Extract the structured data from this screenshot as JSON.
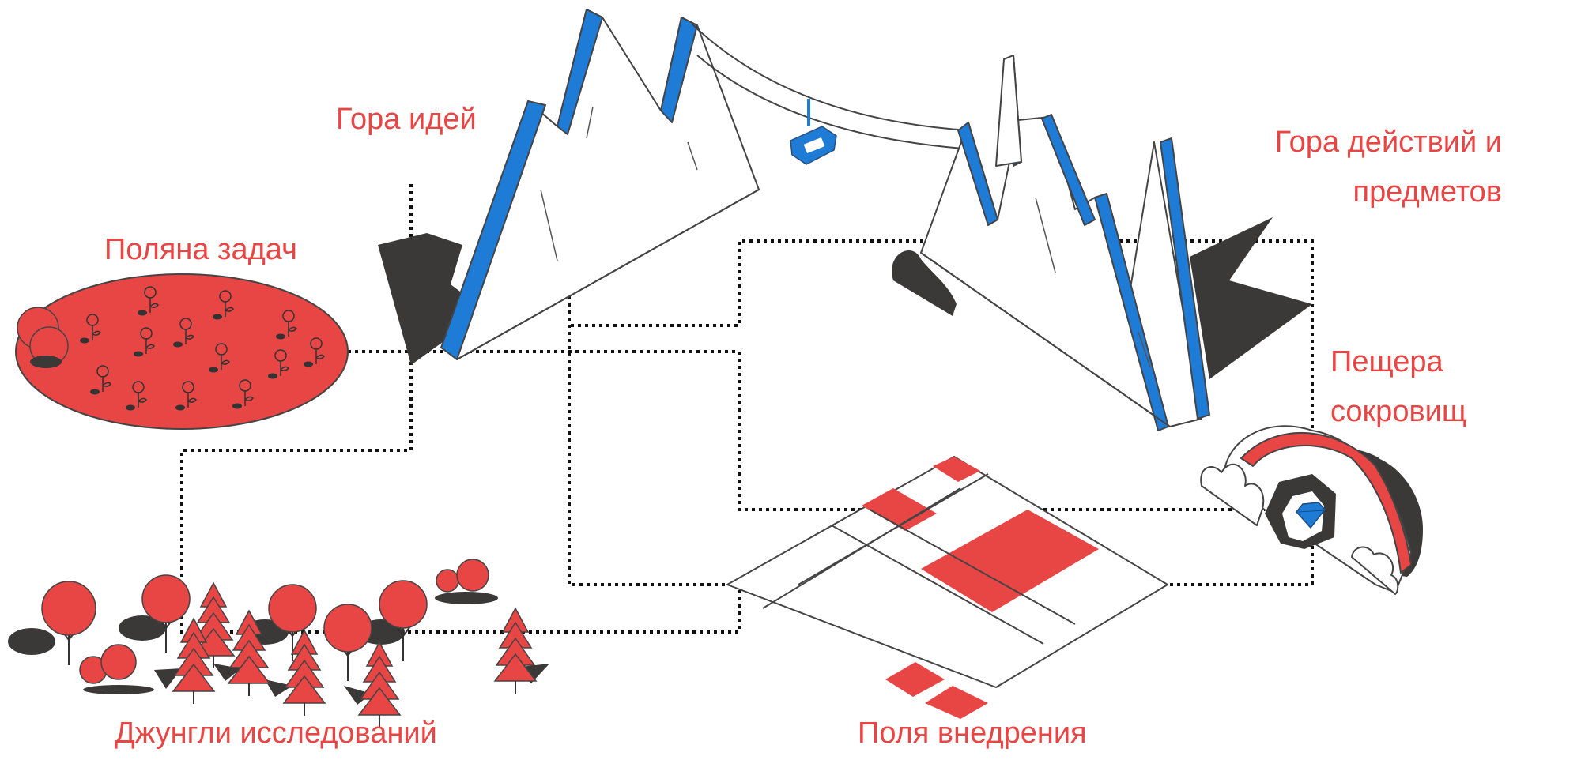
{
  "labels": {
    "mountain_ideas": "Гора идей",
    "mountain_actions_1": "Гора действий и",
    "mountain_actions_2": "предметов",
    "glade_tasks": "Поляна задач",
    "cave_1": "Пещера",
    "cave_2": "сокровищ",
    "jungle": "Джунгли исследований",
    "fields": "Поля внедрения"
  },
  "colors": {
    "red": "#e84545",
    "blue": "#1e7bd6",
    "dark": "#3b3838",
    "outline": "#444444",
    "route": "#111111"
  },
  "icons": [
    "flower-icon",
    "tree-icon",
    "fir-icon",
    "cable-car-icon",
    "diamond-icon"
  ]
}
